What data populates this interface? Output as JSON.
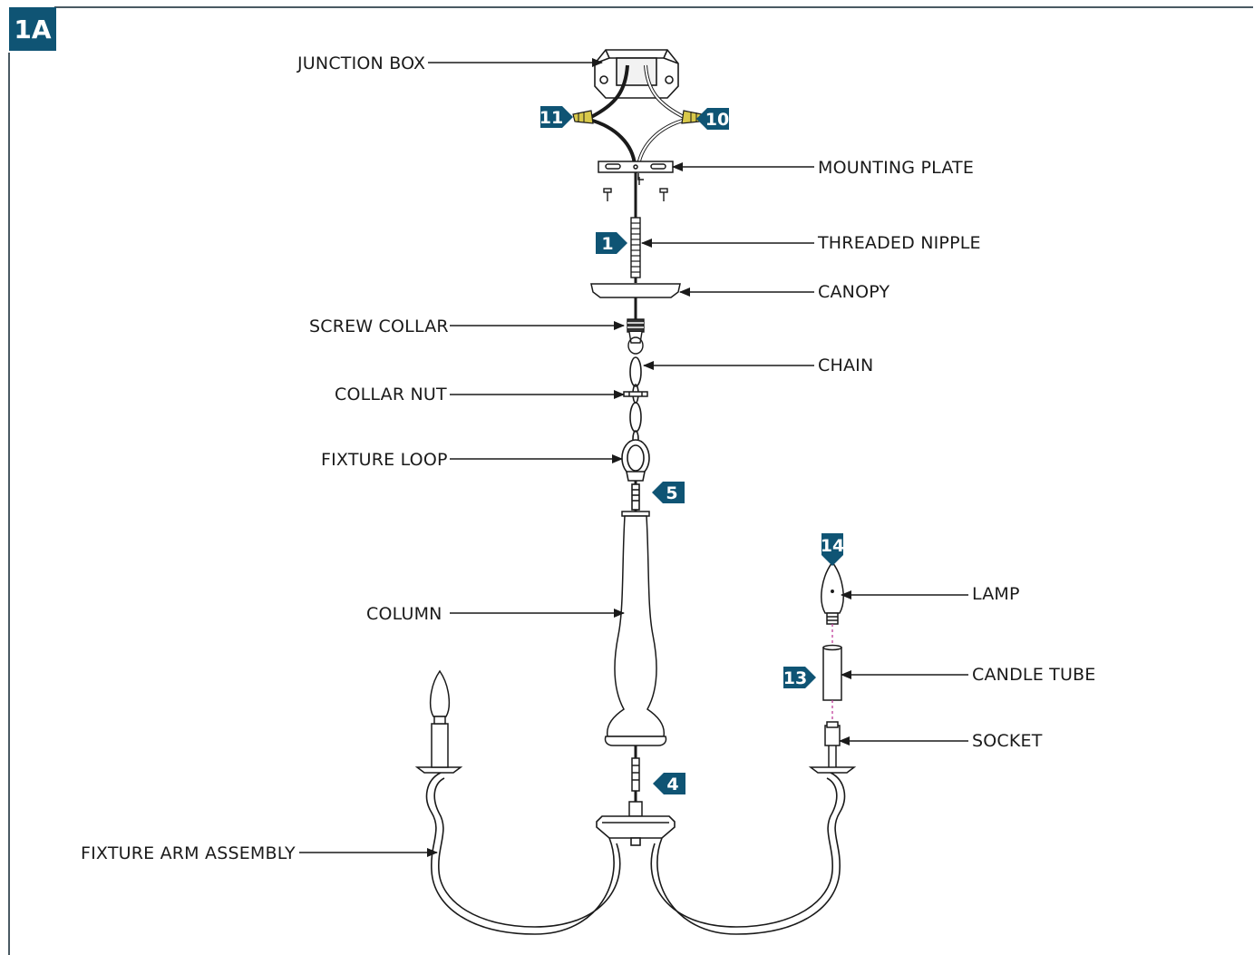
{
  "figure": {
    "id": "1A"
  },
  "labels": {
    "junction_box": "JUNCTION BOX",
    "mounting_plate": "MOUNTING PLATE",
    "threaded_nipple": "THREADED NIPPLE",
    "canopy": "CANOPY",
    "screw_collar": "SCREW COLLAR",
    "chain": "CHAIN",
    "collar_nut": "COLLAR NUT",
    "fixture_loop": "FIXTURE LOOP",
    "column": "COLUMN",
    "lamp": "LAMP",
    "candle_tube": "CANDLE TUBE",
    "socket": "SOCKET",
    "fixture_arm_assembly": "FIXTURE ARM ASSEMBLY"
  },
  "steps": {
    "black_wire_connector": "11",
    "white_wire_connector": "10",
    "threaded_nipple": "1",
    "fixture_loop": "5",
    "lamp": "14",
    "candle_tube": "13",
    "arm_assembly": "4"
  },
  "colors": {
    "badge": "#0f5474",
    "frame": "#4a5a63",
    "line": "#1a1a1a",
    "wire_connector": "#d8c84a",
    "guide_line": "#c0409a"
  }
}
